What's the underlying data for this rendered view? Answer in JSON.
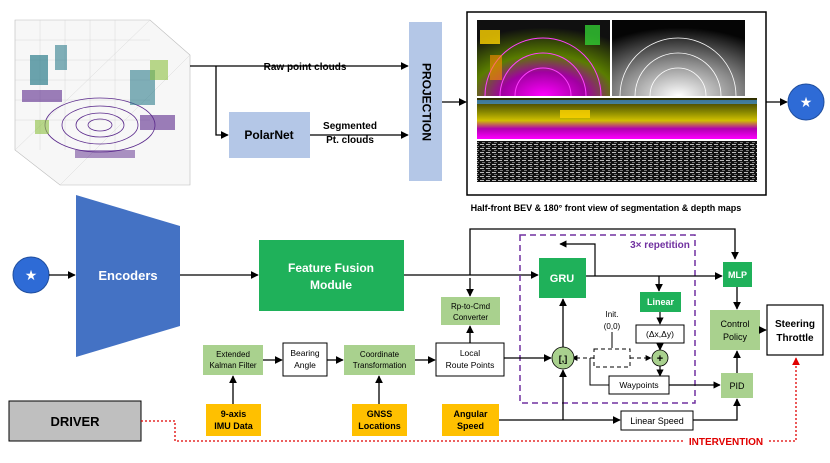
{
  "pipeline_top": {
    "edge_raw": "Raw point clouds",
    "polarnet": "PolarNet",
    "edge_seg_1": "Segmented",
    "edge_seg_2": "Pt. clouds",
    "projection": "PROJECTION",
    "caption": "Half-front BEV & 180° front view of segmentation & depth maps",
    "star": "★"
  },
  "pipeline_bottom": {
    "star": "★",
    "encoders": "Encoders",
    "fusion_1": "Feature Fusion",
    "fusion_2": "Module",
    "repetition": "3× repetition",
    "gru": "GRU",
    "mlp": "MLP",
    "linear": "Linear",
    "delta": "(Δx,Δy)",
    "plus": "+",
    "init_1": "Init.",
    "init_2": "(0,0)",
    "concat": "[,]",
    "waypoints": "Waypoints",
    "control_1": "Control",
    "control_2": "Policy",
    "steering_1": "Steering",
    "steering_2": "Throttle",
    "pid": "PID",
    "rp_1": "Rp-to-Cmd",
    "rp_2": "Converter",
    "ekf_1": "Extended",
    "ekf_2": "Kalman Filter",
    "bearing_1": "Bearing",
    "bearing_2": "Angle",
    "coord_1": "Coordinate",
    "coord_2": "Transformation",
    "local_1": "Local",
    "local_2": "Route Points",
    "linear_speed": "Linear Speed",
    "imu_1": "9-axis",
    "imu_2": "IMU Data",
    "gnss_1": "GNSS",
    "gnss_2": "Locations",
    "angular_1": "Angular",
    "angular_2": "Speed",
    "driver": "DRIVER",
    "intervention": "INTERVENTION"
  },
  "colors": {
    "blue_box": "#b4c7e7",
    "dark_green": "#1fb15a",
    "light_green": "#a9d18e",
    "orange": "#ffc000",
    "encoder_blue": "#4472c4",
    "star_blue": "#2e6bd6",
    "repetition_purple": "#7030a0",
    "intervention_red": "#e00000",
    "driver_gray": "#bfbfbf"
  }
}
